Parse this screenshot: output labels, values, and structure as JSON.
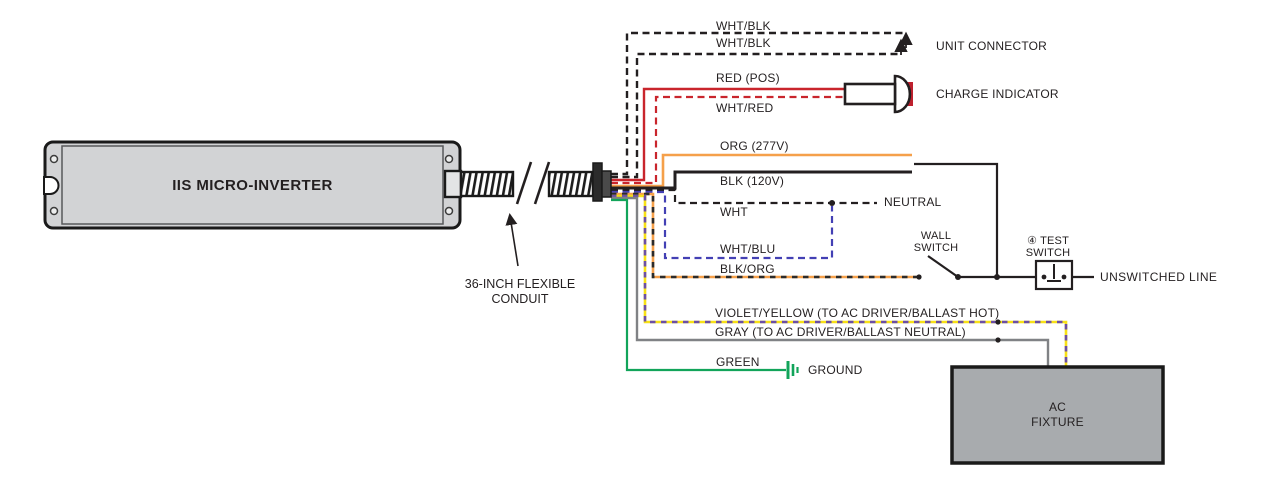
{
  "labels": {
    "inverter": "IIS MICRO-INVERTER",
    "conduit_1": "36-INCH FLEXIBLE",
    "conduit_2": "CONDUIT",
    "wht_blk_1": "WHT/BLK",
    "wht_blk_2": "WHT/BLK",
    "red_pos": "RED (POS)",
    "wht_red": "WHT/RED",
    "org_277": "ORG (277V)",
    "blk_120": "BLK (120V)",
    "wht": "WHT",
    "neutral": "NEUTRAL",
    "wht_blu": "WHT/BLU",
    "blk_org": "BLK/ORG",
    "violet_yellow": "VIOLET/YELLOW (TO AC DRIVER/BALLAST HOT)",
    "gray": "GRAY (TO AC DRIVER/BALLAST NEUTRAL)",
    "green": "GREEN",
    "ground": "GROUND",
    "unit_connector": "UNIT CONNECTOR",
    "charge_indicator": "CHARGE INDICATOR",
    "wall_switch_1": "WALL",
    "wall_switch_2": "SWITCH",
    "test_switch_1": "④ TEST",
    "test_switch_2": "SWITCH",
    "unswitched_line": "UNSWITCHED LINE",
    "ac_fixture_1": "AC",
    "ac_fixture_2": "FIXTURE"
  },
  "colors": {
    "line_black": "#231f20",
    "red": "#c9252c",
    "orange": "#f5a04a",
    "blue": "#4340b4",
    "violet": "#6b4fa5",
    "yellow": "#f7e017",
    "green": "#12a45a",
    "gray_wire": "#808285",
    "inverter_fill": "#d2d3d5",
    "fixture_fill": "#a8abae",
    "indicator_red": "#be202e"
  }
}
